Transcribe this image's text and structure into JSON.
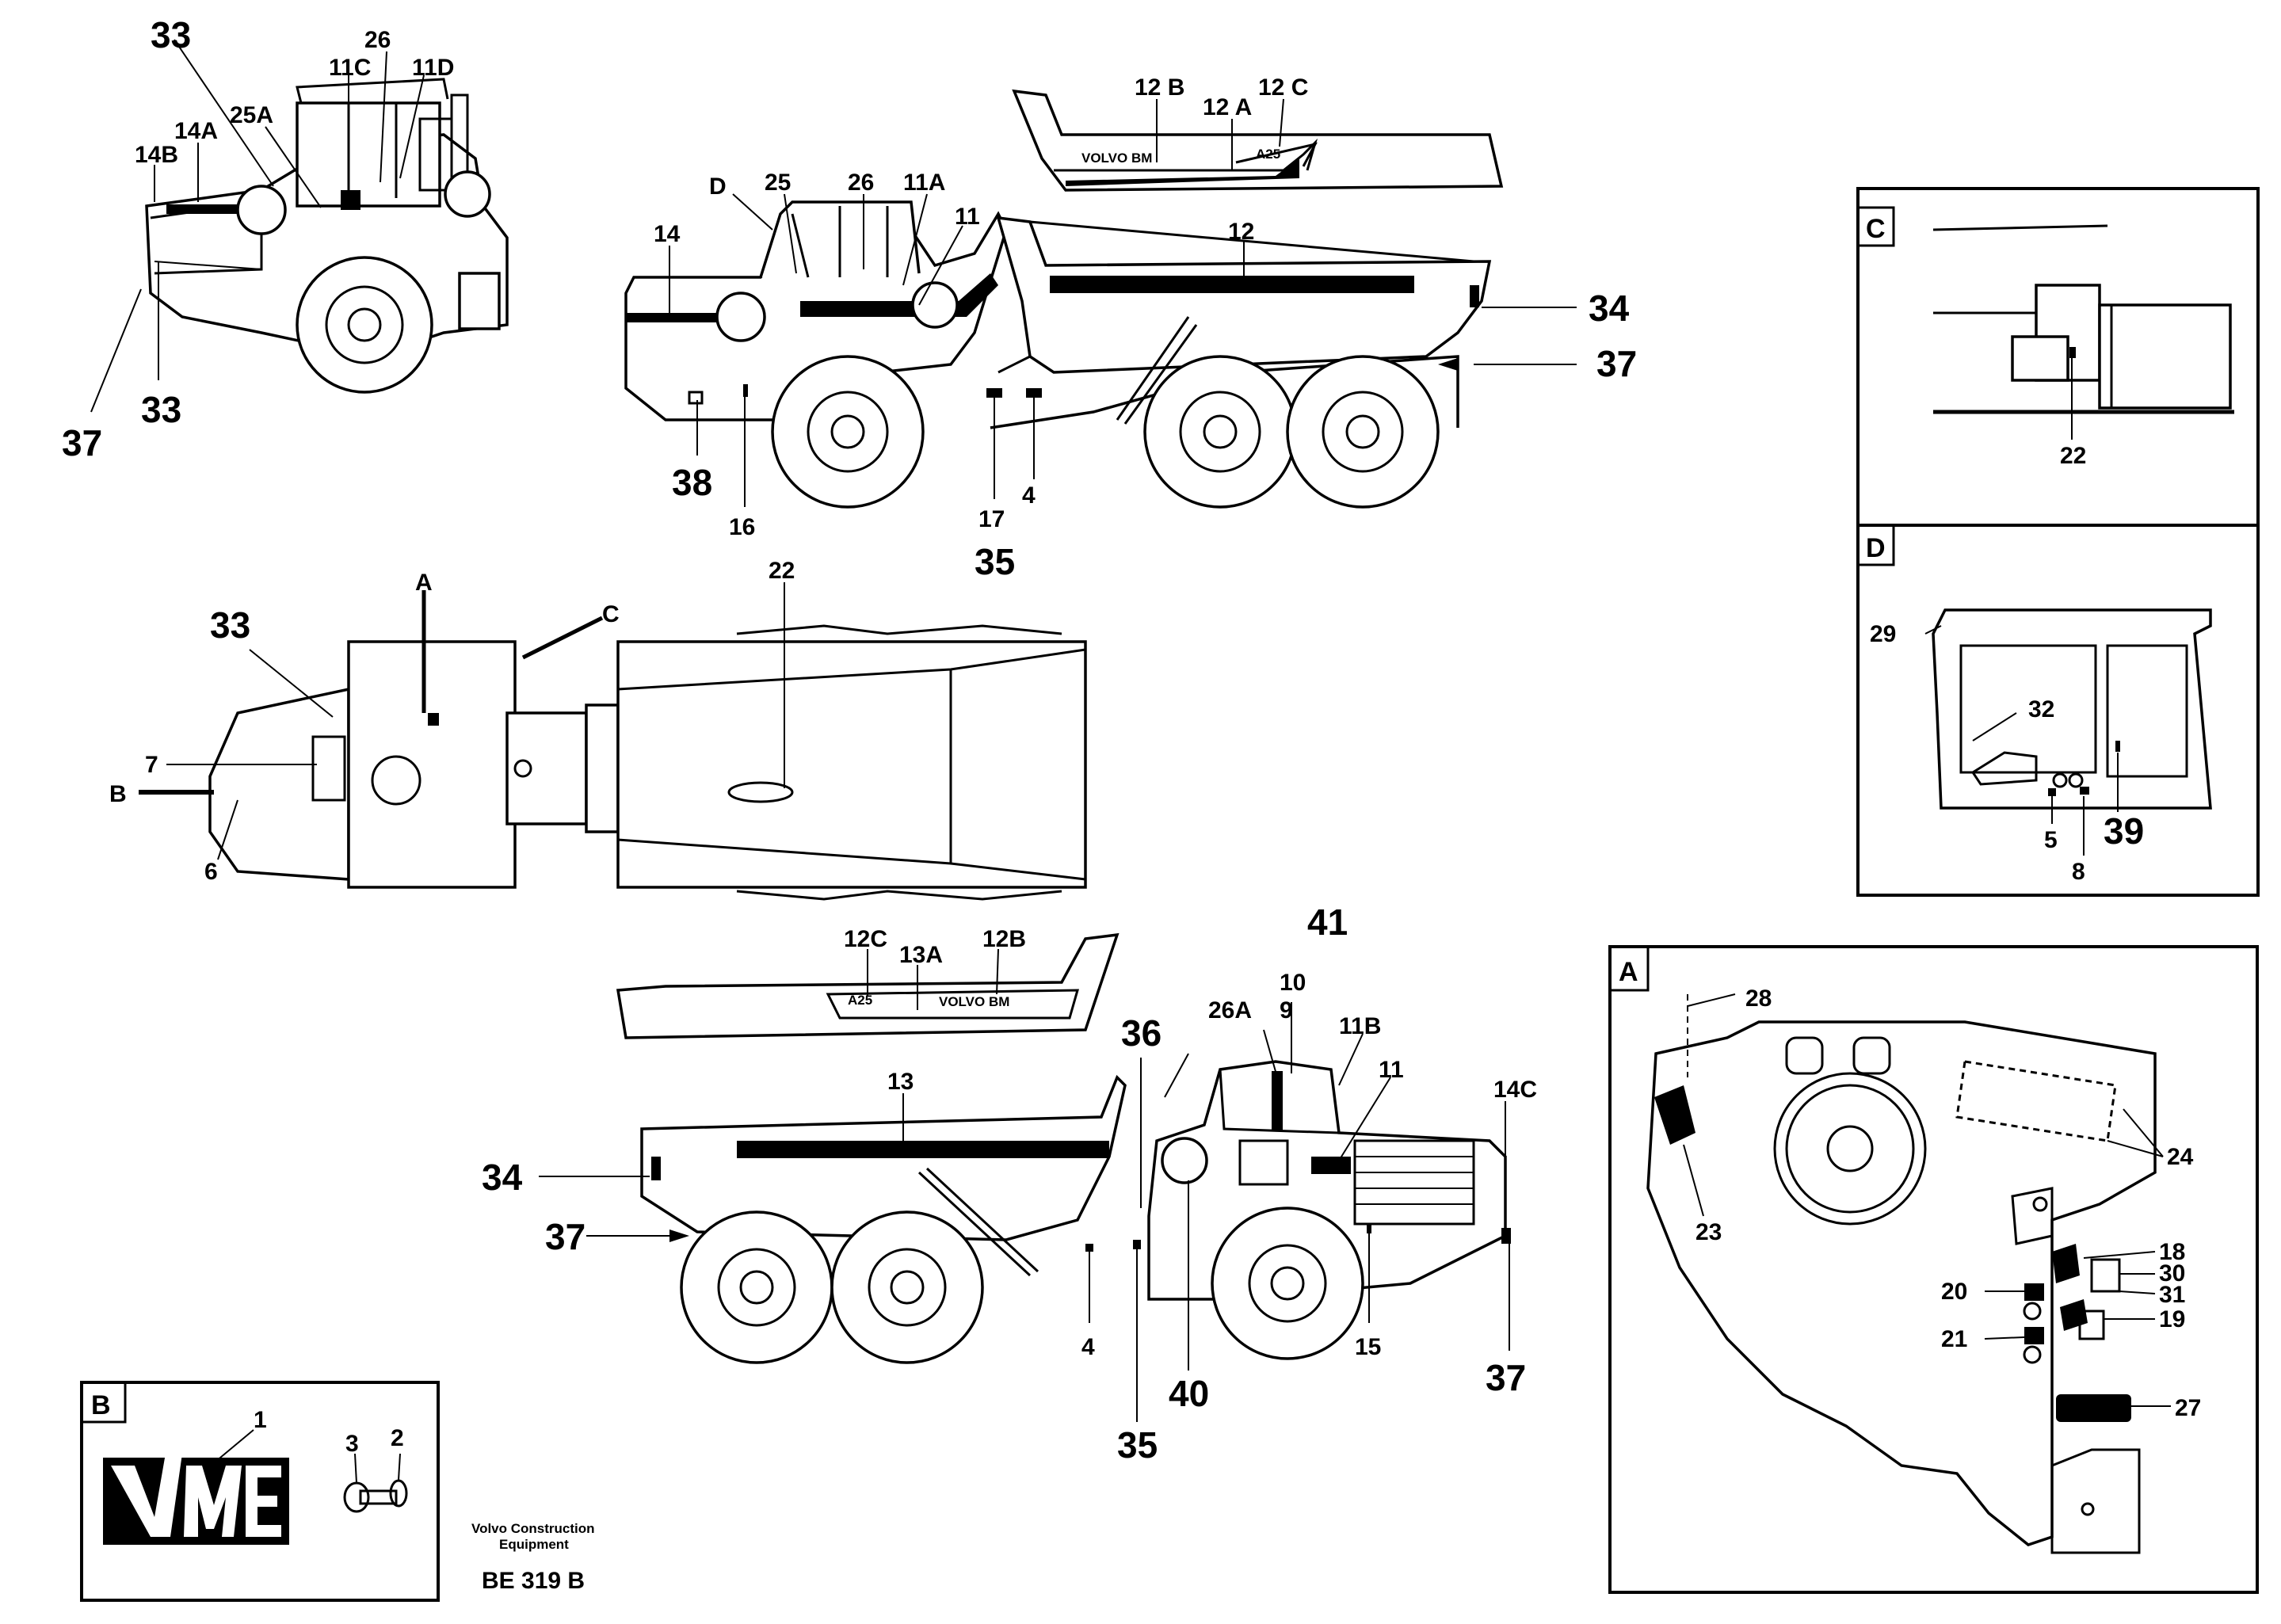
{
  "labels": {
    "upper_left": {
      "l33a": "33",
      "l26": "26",
      "l11C": "11C",
      "l11D": "11D",
      "l25A": "25A",
      "l14A": "14A",
      "l14B": "14B",
      "l33b": "33",
      "l37": "37"
    },
    "side_top": {
      "lD": "D",
      "l25": "25",
      "l26": "26",
      "l11A": "11A",
      "l11": "11",
      "l14": "14",
      "l12": "12",
      "l34": "34",
      "l37": "37",
      "l38": "38",
      "l16": "16",
      "l17": "17",
      "l4": "4",
      "l35": "35"
    },
    "decal_top": {
      "l12B": "12 B",
      "l12A": "12 A",
      "l12C": "12 C",
      "brand": "VOLVO BM",
      "model": "A25"
    },
    "plan_view": {
      "lA": "A",
      "lC": "C",
      "l33": "33",
      "l22": "22",
      "l7": "7",
      "lB": "B",
      "l6": "6"
    },
    "decal_bottom": {
      "l12C": "12C",
      "l13A": "13A",
      "l12B": "12B",
      "brand": "VOLVO BM",
      "model": "A25"
    },
    "side_bottom": {
      "l41": "41",
      "l10": "10",
      "l9": "9",
      "l26A": "26A",
      "l11B": "11B",
      "l36": "36",
      "l11": "11",
      "l14C": "14C",
      "l13": "13",
      "l34": "34",
      "l37a": "37",
      "l4": "4",
      "l40": "40",
      "l35": "35",
      "l15": "15",
      "l37b": "37"
    },
    "detail_C": {
      "title": "C",
      "l22": "22"
    },
    "detail_D": {
      "title": "D",
      "l29": "29",
      "l32": "32",
      "l5": "5",
      "l8": "8",
      "l39": "39"
    },
    "detail_A": {
      "title": "A",
      "l28": "28",
      "l23": "23",
      "l24": "24",
      "l18": "18",
      "l30": "30",
      "l31": "31",
      "l20": "20",
      "l19": "19",
      "l21": "21",
      "l27": "27"
    },
    "detail_B": {
      "title": "B",
      "l1": "1",
      "l3": "3",
      "l2": "2"
    }
  },
  "footer": {
    "company_line1": "Volvo Construction",
    "company_line2": "Equipment",
    "drawing_code": "BE 319  B"
  }
}
